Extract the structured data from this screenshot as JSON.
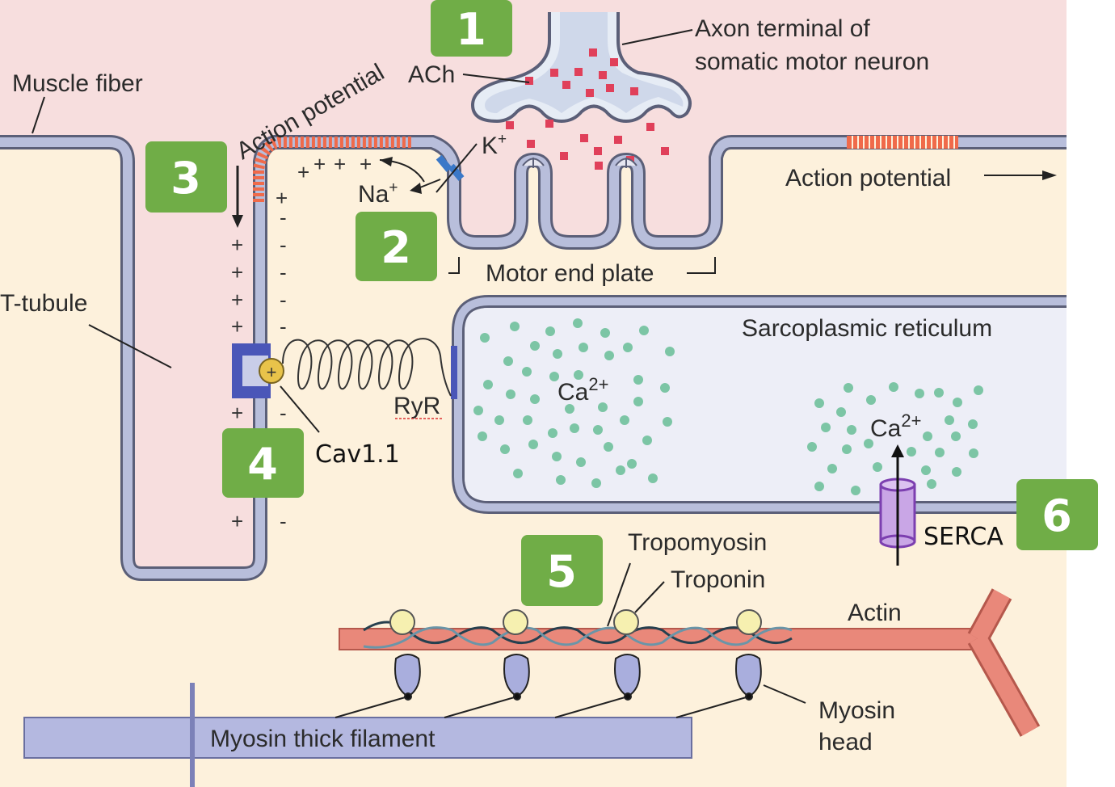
{
  "labels": {
    "muscle_fiber": "Muscle fiber",
    "ach": "ACh",
    "axon_terminal_line1": "Axon terminal of",
    "axon_terminal_line2": "somatic motor neuron",
    "action_potential_curved": "Action potential",
    "k_ion": "K",
    "k_sup": "+",
    "na_ion": "Na",
    "na_sup": "+",
    "action_potential_right": "Action potential",
    "motor_end_plate": "Motor end plate",
    "t_tubule": "T-tubule",
    "sarcoplasmic_reticulum": "Sarcoplasmic reticulum",
    "ca_left": "Ca",
    "ca_left_sup": "2+",
    "ca_right": "Ca",
    "ca_right_sup": "2+",
    "ryr": "RyR",
    "cav": "Cav1.1",
    "serca": "SERCA",
    "tropomyosin": "Tropomyosin",
    "troponin": "Troponin",
    "actin": "Actin",
    "myosin_head_line1": "Myosin",
    "myosin_head_line2": "head",
    "myosin_thick_filament": "Myosin thick filament"
  },
  "badges": [
    "1",
    "2",
    "3",
    "4",
    "5",
    "6"
  ],
  "signs": {
    "plus": "+",
    "minus": "-"
  },
  "colors": {
    "extracellular": "#f7dede",
    "cytoplasm": "#fdf1dc",
    "membrane": "#b8bedb",
    "membrane_edge": "#5b5f78",
    "badge": "#70ad47",
    "ach_dots": "#e0405a",
    "calcium_dots": "#7cc5a5",
    "actin": "#e9887a",
    "myosin": "#b4b8e0",
    "troponin": "#f6f0b0",
    "serca": "#c9a6e6",
    "cav": "#4a56b8",
    "cav_ball": "#e8c34a"
  }
}
